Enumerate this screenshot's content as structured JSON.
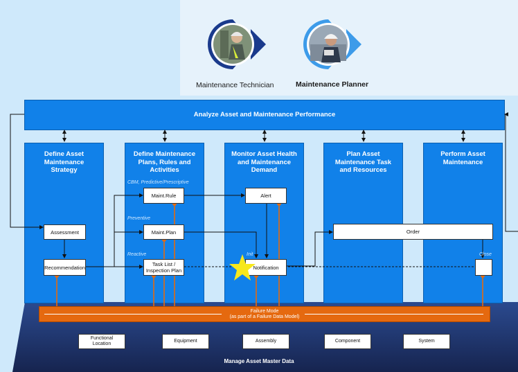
{
  "personas": [
    {
      "label": "Maintenance Technician",
      "icon": "technician-photo"
    },
    {
      "label": "Maintenance Planner",
      "icon": "planner-photo"
    }
  ],
  "top_bar": {
    "label": "Analyze Asset and Maintenance Performance"
  },
  "columns": [
    {
      "title": "Define Asset\nMaintenance\nStrategy"
    },
    {
      "title": "Define Maintenance\nPlans, Rules and\nActivities"
    },
    {
      "title": "Monitor Asset Health\nand Maintenance\nDemand"
    },
    {
      "title": "Plan Asset\nMaintenance Task\nand Resources"
    },
    {
      "title": "Perform Asset\nMaintenance"
    }
  ],
  "strategy": {
    "assessment": "Assessment",
    "recommendation": "Recommendation"
  },
  "plans": {
    "cbm_label": "CBM, Predictive/Prescriptive",
    "preventive_label": "Preventive",
    "reactive_label": "Reactive",
    "maint_rule": "Maint.Rule",
    "maint_plan": "Maint.Plan",
    "task_list": "Task List /\nInspection Plan"
  },
  "monitor": {
    "alert": "Alert",
    "init_label": "Init",
    "notification": "Notification"
  },
  "plan": {
    "order": "Order"
  },
  "perform": {
    "close_label": "Close"
  },
  "failure_mode": {
    "line1": "Failure Mode",
    "line2": "(as part of a Failure Data Model)"
  },
  "master_data": {
    "title": "Manage Asset Master Data",
    "items": [
      "Functional\nLocation",
      "Equipment",
      "Assembly",
      "Component",
      "System"
    ]
  },
  "colors": {
    "blue": "#1181e9",
    "orange": "#e5690f",
    "navy": "#1d2f63",
    "star": "#f7e81c"
  }
}
